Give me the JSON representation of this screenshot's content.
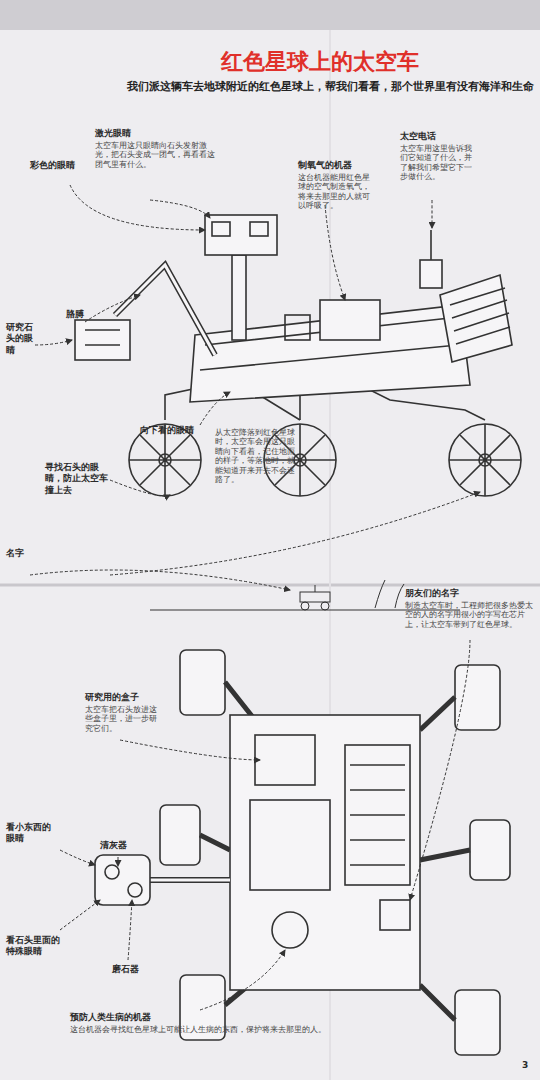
{
  "diagram": {
    "title": "红色星球上的太空车",
    "caption": "我们派这辆车去地球附近的红色星球上，帮我们看看，那个世界里有没有海洋和生命",
    "labels": [
      "激光眼睛",
      "太空车用这只眼睛向石头发射激光，把石头变成一团气，再看看这团气里有什么。",
      "彩色的眼睛",
      "胳膊",
      "研究石头的眼睛",
      "寻找石头的眼睛，防止太空车撞上去",
      "向下看的眼睛",
      "从太空降落到红色星球时，太空车会用这只眼睛向下看着，记住地面的样子，等落地时，就能知道开来开去不会迷路了。",
      "制氧气的机器",
      "这台机器能用红色星球的空气制造氧气，将来去那里的人就可以呼吸了。",
      "太空电话",
      "太空车用这里告诉我们它知道了什么，并了解我们希望它下一步做什么。",
      "名字",
      "朋友们的名字",
      "制造太空车时，工程师把很多热爱太空的人的名字用很小的字写在芯片上，让太空车带到了红色星球。",
      "研究用的盒子",
      "太空车把石头放进这些盒子里，进一步研究它们。",
      "看小东西的眼睛",
      "清灰器",
      "看石头里面的特殊眼睛",
      "磨石器",
      "预防人类生病的机器",
      "这台机器会寻找红色星球上可能让人生病的东西，保护将来去那里的人。",
      "3"
    ]
  }
}
